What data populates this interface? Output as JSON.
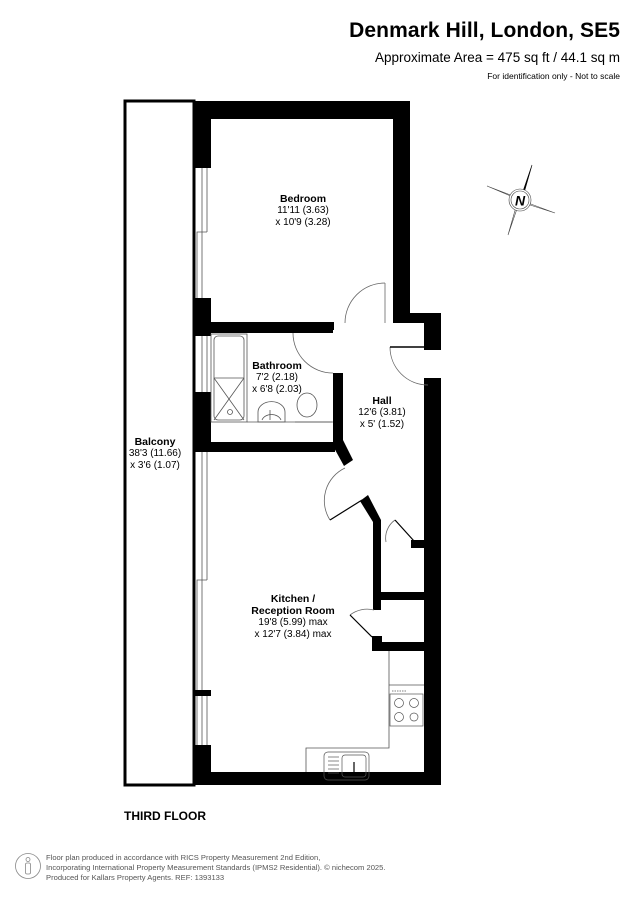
{
  "header": {
    "title": "Denmark Hill, London, SE5",
    "area": "Approximate Area = 475 sq ft / 44.1 sq m",
    "disclaimer": "For identification only - Not to scale"
  },
  "compass": {
    "icon": "north-compass-icon",
    "letter": "N"
  },
  "rooms": [
    {
      "id": "bedroom",
      "name": "Bedroom",
      "dim1": "11'11 (3.63)",
      "dim2": "x 10'9 (3.28)"
    },
    {
      "id": "bathroom",
      "name": "Bathroom",
      "dim1": "7'2 (2.18)",
      "dim2": "x 6'8 (2.03)"
    },
    {
      "id": "hall",
      "name": "Hall",
      "dim1": "12'6 (3.81)",
      "dim2": "x 5' (1.52)"
    },
    {
      "id": "balcony",
      "name": "Balcony",
      "dim1": "38'3 (11.66)",
      "dim2": "x 3'6 (1.07)"
    },
    {
      "id": "kitchen",
      "name": "Kitchen /",
      "name2": "Reception Room",
      "dim1": "19'8 (5.99) max",
      "dim2": "x 12'7 (3.84) max"
    }
  ],
  "fixtures": [
    "bath-icon",
    "basin-icon",
    "toilet-icon",
    "hob-icon",
    "sink-icon"
  ],
  "floor_label": "THIRD FLOOR",
  "footer": {
    "line1": "Floor plan produced in accordance with RICS Property Measurement 2nd Edition,",
    "line2": "Incorporating International Property Measurement Standards (IPMS2 Residential).   © nichecom 2025.",
    "line3": "Produced for Kallars Property Agents.   REF: 1393133"
  }
}
